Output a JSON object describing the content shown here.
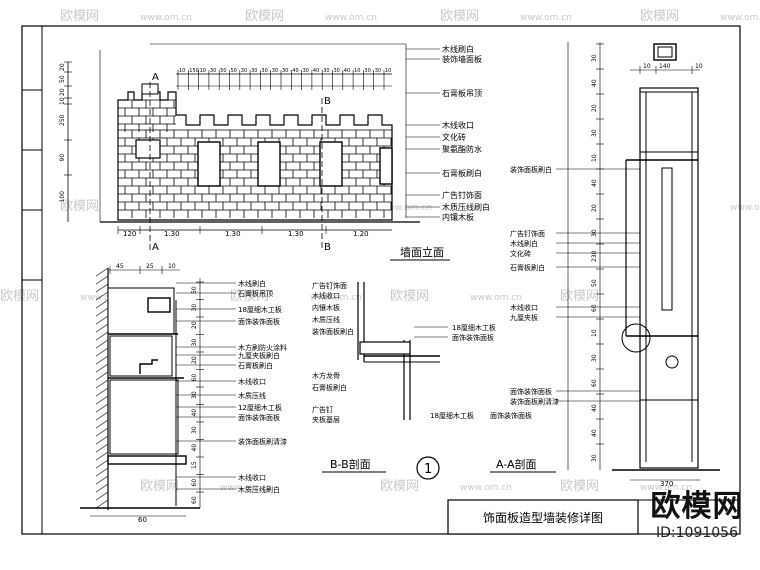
{
  "watermark": {
    "brand": "欧模网",
    "site": "www.om.cn"
  },
  "brand": {
    "logo": "欧模网",
    "id": "ID:1091056"
  },
  "title_block": "饰面板造型墙装修详图",
  "views": {
    "elevation": "墙面立面",
    "section_bb": "B-B剖面",
    "section_aa": "A-A剖面",
    "detail_no": "1"
  },
  "markers": {
    "a": "A",
    "b": "B"
  },
  "elevation": {
    "top_dims": [
      "10",
      "150",
      "10",
      "30",
      "50",
      "50",
      "30",
      "30",
      "30",
      "30",
      "30",
      "40",
      "30",
      "40",
      "30",
      "30",
      "40",
      "10",
      "30",
      "30",
      "10"
    ],
    "bottom_dims": [
      "120",
      "1.30",
      "1.30",
      "1.30",
      "1.20"
    ],
    "left_dims": [
      "20",
      "50",
      "20",
      "10",
      "250",
      "90",
      "100"
    ],
    "callouts": [
      "木线刷白",
      "装饰墙面板",
      "石膏板吊顶",
      "木线收口",
      "文化砖",
      "聚氨酯防水",
      "石膏板刷白",
      "广告钉饰面",
      "木质压线刷白",
      "内镶木板"
    ]
  },
  "section_bb": {
    "top_dims": [
      "45",
      "25",
      "10"
    ],
    "bottom_dims": [
      "60"
    ],
    "right_dims": [
      "50",
      "30",
      "20",
      "30",
      "20",
      "60",
      "30",
      "40",
      "30",
      "40",
      "15",
      "60",
      "60"
    ],
    "callouts": [
      "木线刷白",
      "石膏板吊顶",
      "18厘细木工板",
      "面饰装饰面板",
      "木方刷防火涂料",
      "九厘夹板刷白",
      "石膏板刷白",
      "木线收口",
      "木质压线",
      "12厘细木工板",
      "面饰装饰面板",
      "装饰面板刷清漆",
      "木线收口",
      "木质压线刷白"
    ]
  },
  "detail_1": {
    "callouts": [
      "广告钉饰面",
      "木线收口",
      "内镶木板",
      "木质压线",
      "装饰面板刷白",
      "18厘细木工板",
      "面饰装饰面板",
      "木方龙骨",
      "石膏板刷白",
      "广告钉",
      "夹板基层"
    ]
  },
  "section_aa": {
    "top_dims": [
      "10",
      "140",
      "10"
    ],
    "bottom_dims": [
      "370"
    ],
    "left_dims": [
      "30",
      "40",
      "20",
      "30",
      "10",
      "40",
      "20",
      "30",
      "230",
      "50",
      "60",
      "10",
      "30",
      "60",
      "40",
      "40",
      "30"
    ],
    "callouts": [
      "装饰面板刷白",
      "广告钉饰面",
      "木线刷白",
      "文化砖",
      "石膏板刷白",
      "木线收口",
      "九厘夹板",
      "面饰装饰面板",
      "装饰面板刷清漆"
    ]
  }
}
